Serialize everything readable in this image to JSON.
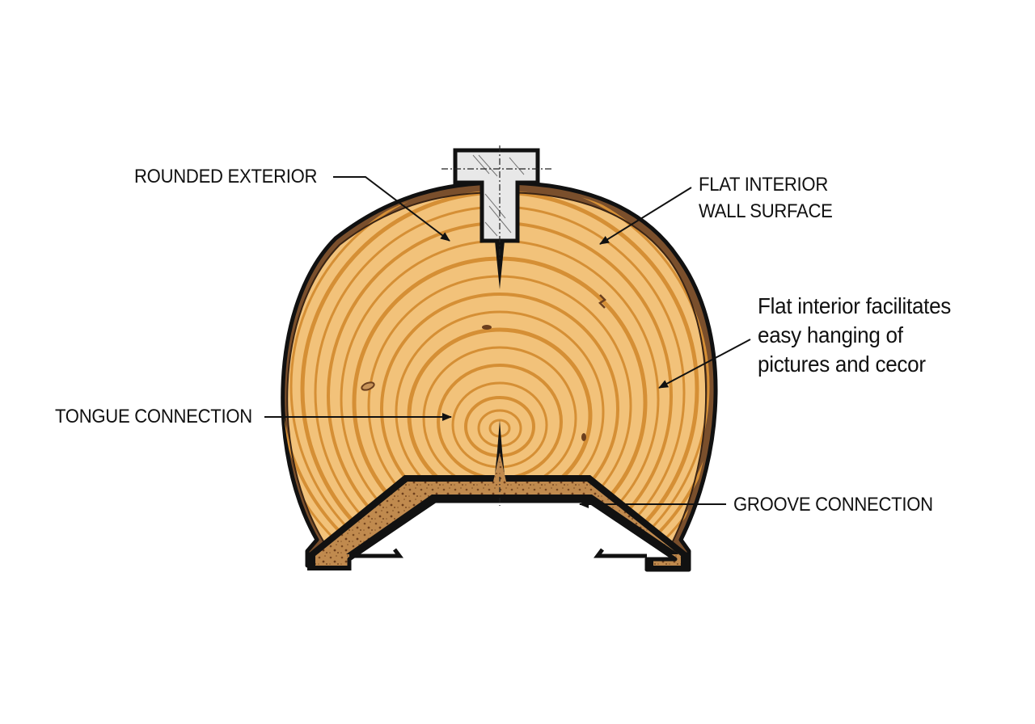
{
  "diagram": {
    "subject": "Log siding cross-section",
    "colors": {
      "background": "#ffffff",
      "wood_light": "#f2c27a",
      "wood_ring": "#d58f35",
      "bark": "#7a4f2c",
      "outline": "#111111",
      "groove_fill": "#c08a4e",
      "groove_speckle": "#7a4a22",
      "nail_fill": "#e8e8e8"
    },
    "labels": {
      "rounded_exterior": "ROUNDED EXTERIOR",
      "flat_interior_line1": "FLAT INTERIOR",
      "flat_interior_line2": "WALL SURFACE",
      "note_line1": "Flat interior facilitates",
      "note_line2": "easy hanging of",
      "note_line3": "pictures and cecor",
      "tongue_connection": "TONGUE CONNECTION",
      "groove_connection": "GROOVE CONNECTION"
    },
    "icons": {
      "fastener": "t-shaped-nail-icon",
      "log": "log-cross-section-icon",
      "groove": "groove-profile-icon"
    }
  }
}
